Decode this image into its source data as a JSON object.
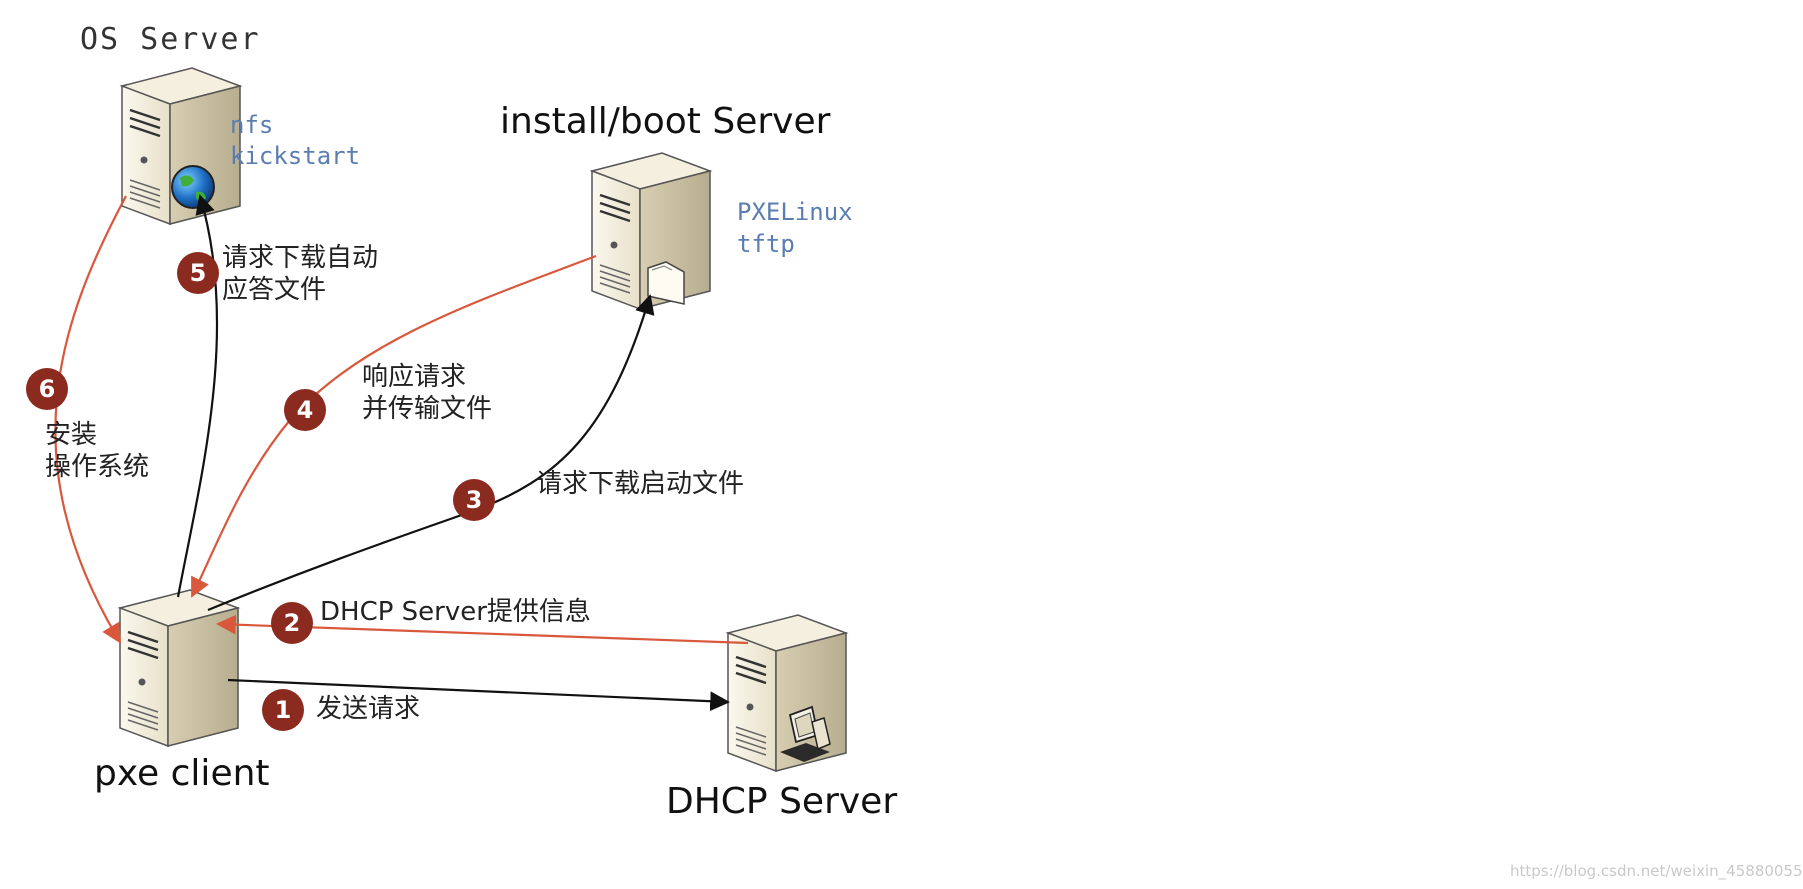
{
  "nodes": {
    "os_server": {
      "label": "OS Server",
      "services": [
        "nfs",
        "kickstart"
      ]
    },
    "boot_server": {
      "label": "install/boot Server",
      "services": [
        "PXELinux",
        "tftp"
      ]
    },
    "pxe_client": {
      "label": "pxe client"
    },
    "dhcp_server": {
      "label": "DHCP Server"
    }
  },
  "steps": [
    {
      "num": "1",
      "text": "发送请求"
    },
    {
      "num": "2",
      "text": "DHCP Server提供信息"
    },
    {
      "num": "3",
      "text": "请求下载启动文件"
    },
    {
      "num": "4",
      "text": "响应请求\n并传输文件"
    },
    {
      "num": "5",
      "text": "请求下载自动\n应答文件"
    },
    {
      "num": "6",
      "text": "安装\n操作系统"
    }
  ],
  "watermark": "https://blog.csdn.net/weixin_45880055",
  "colors": {
    "badge": "#8b2a1f",
    "red_arrow": "#d9573b",
    "black_arrow": "#111111",
    "service_text": "#5b7db1"
  },
  "icons": [
    "server-icon",
    "globe-icon",
    "folder-icon",
    "computer-icon"
  ]
}
